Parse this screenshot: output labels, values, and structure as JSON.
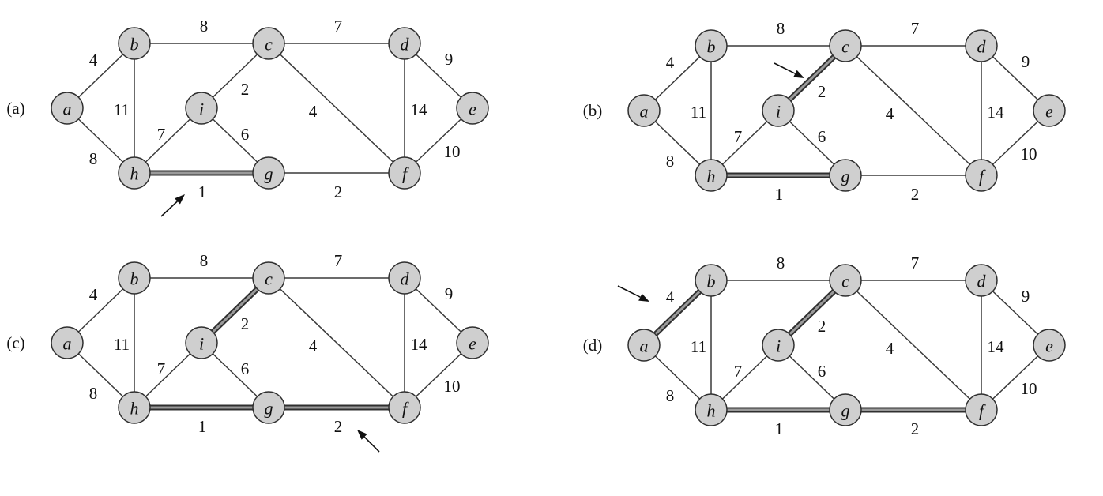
{
  "nodes": [
    "a",
    "b",
    "c",
    "d",
    "e",
    "f",
    "g",
    "h",
    "i"
  ],
  "edges": [
    {
      "u": "a",
      "v": "b",
      "w": "4"
    },
    {
      "u": "a",
      "v": "h",
      "w": "8"
    },
    {
      "u": "b",
      "v": "c",
      "w": "8"
    },
    {
      "u": "b",
      "v": "h",
      "w": "11"
    },
    {
      "u": "c",
      "v": "d",
      "w": "7"
    },
    {
      "u": "c",
      "v": "i",
      "w": "2"
    },
    {
      "u": "c",
      "v": "f",
      "w": "4"
    },
    {
      "u": "d",
      "v": "e",
      "w": "9"
    },
    {
      "u": "d",
      "v": "f",
      "w": "14"
    },
    {
      "u": "e",
      "v": "f",
      "w": "10"
    },
    {
      "u": "f",
      "v": "g",
      "w": "2"
    },
    {
      "u": "g",
      "v": "h",
      "w": "1"
    },
    {
      "u": "g",
      "v": "i",
      "w": "6"
    },
    {
      "u": "h",
      "v": "i",
      "w": "7"
    }
  ],
  "panels": [
    {
      "label": "(a)",
      "highlighted": [
        [
          "g",
          "h"
        ]
      ],
      "arrow_edge": [
        "g",
        "h"
      ]
    },
    {
      "label": "(b)",
      "highlighted": [
        [
          "g",
          "h"
        ],
        [
          "c",
          "i"
        ]
      ],
      "arrow_edge": [
        "c",
        "i"
      ]
    },
    {
      "label": "(c)",
      "highlighted": [
        [
          "g",
          "h"
        ],
        [
          "c",
          "i"
        ],
        [
          "f",
          "g"
        ]
      ],
      "arrow_edge": [
        "f",
        "g"
      ]
    },
    {
      "label": "(d)",
      "highlighted": [
        [
          "g",
          "h"
        ],
        [
          "c",
          "i"
        ],
        [
          "f",
          "g"
        ],
        [
          "a",
          "b"
        ]
      ],
      "arrow_edge": [
        "a",
        "b"
      ]
    }
  ]
}
